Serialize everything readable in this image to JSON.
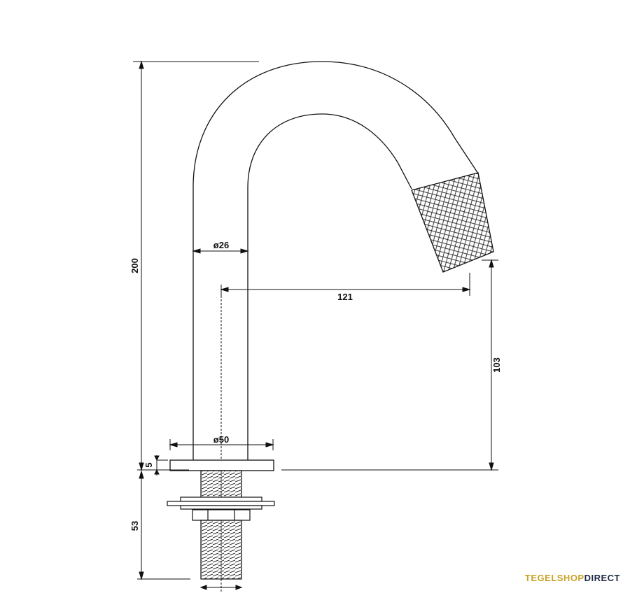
{
  "dimensions": {
    "overall_height": "200",
    "reach": "121",
    "spout_height": "103",
    "base_thickness": "5",
    "shank_length": "53",
    "pipe_diameter": "ø26",
    "base_diameter": "ø50"
  },
  "brand": {
    "part1": "TEGEL",
    "part2": "SHOP",
    "part3": "DIRECT"
  },
  "colors": {
    "line": "#111111",
    "brand_gold": "#c9a227",
    "brand_navy": "#1f2a44"
  }
}
